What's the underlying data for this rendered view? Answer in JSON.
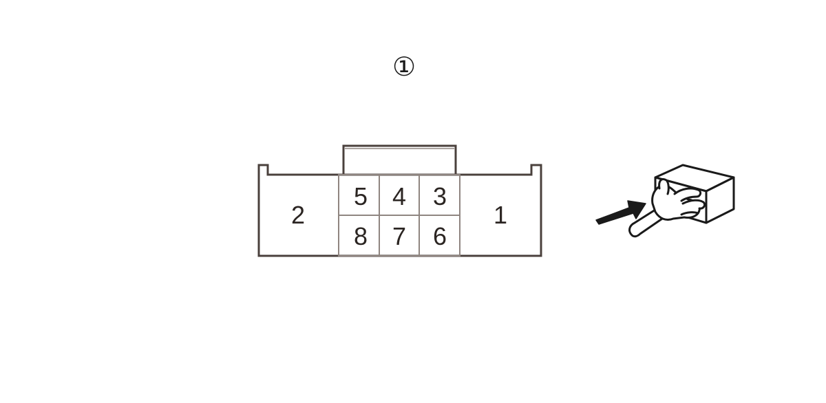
{
  "diagram": {
    "callout": "①",
    "pins": {
      "p1": "1",
      "p2": "2",
      "p3": "3",
      "p4": "4",
      "p5": "5",
      "p6": "6",
      "p7": "7",
      "p8": "8"
    },
    "icons": {
      "connector_view": "hand-pushing-connector-icon",
      "direction": "arrow-right-icon"
    },
    "colors": {
      "outline": "#4a403c",
      "grid": "#8f8580",
      "text": "#2b2522"
    }
  }
}
